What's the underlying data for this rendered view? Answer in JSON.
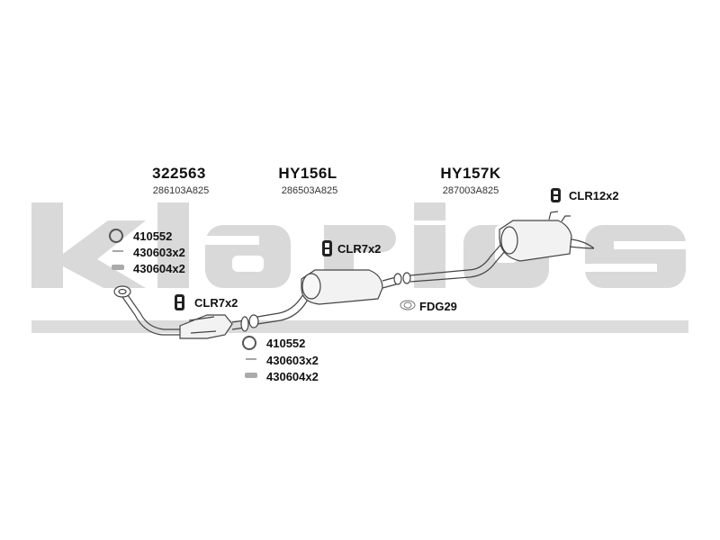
{
  "watermark": {
    "text": "klarius",
    "color": "#d9d9d9"
  },
  "parts": [
    {
      "number": "322563",
      "oem": "286103A825"
    },
    {
      "number": "HY156L",
      "oem": "286503A825"
    },
    {
      "number": "HY157K",
      "oem": "287003A825"
    }
  ],
  "accessories": {
    "clr12": "CLR12x2",
    "clr7_mid": "CLR7x2",
    "clr7_front": "CLR7x2",
    "fdg": "FDG29",
    "kit_front": [
      "410552",
      "430603x2",
      "430604x2"
    ],
    "kit_mid": [
      "410552",
      "430603x2",
      "430604x2"
    ]
  }
}
